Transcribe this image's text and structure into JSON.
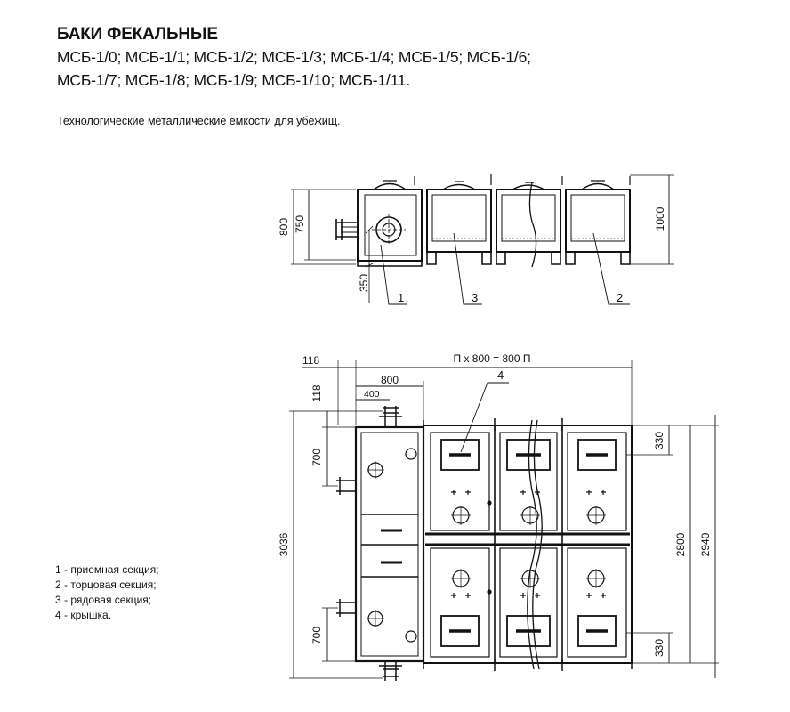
{
  "title": "БАКИ ФЕКАЛЬНЫЕ",
  "models_line1": "МСБ-1/0; МСБ-1/1; МСБ-1/2; МСБ-1/3; МСБ-1/4; МСБ-1/5; МСБ-1/6;",
  "models_line2": "МСБ-1/7; МСБ-1/8; МСБ-1/9; МСБ-1/10; МСБ-1/11.",
  "subtitle": "Технологические металлические емкости для убежищ.",
  "legend": [
    "1 - приемная секция;",
    "2 - торцовая секция;",
    "3 - рядовая секция;",
    "4 - крышка."
  ],
  "side_view": {
    "dim_800": "800",
    "dim_750": "750",
    "dim_350": "350",
    "dim_1000": "1000",
    "callout_1": "1",
    "callout_3": "3",
    "callout_2": "2"
  },
  "plan_view": {
    "dim_118_top": "118",
    "dim_118_left": "118",
    "dim_total": "П х 800 = 800 П",
    "dim_800": "800",
    "dim_400": "400",
    "dim_700_top": "700",
    "dim_700_bottom": "700",
    "dim_3036": "3036",
    "dim_330_top": "330",
    "dim_330_bottom": "330",
    "dim_2800": "2800",
    "dim_2940": "2940",
    "callout_4": "4"
  }
}
